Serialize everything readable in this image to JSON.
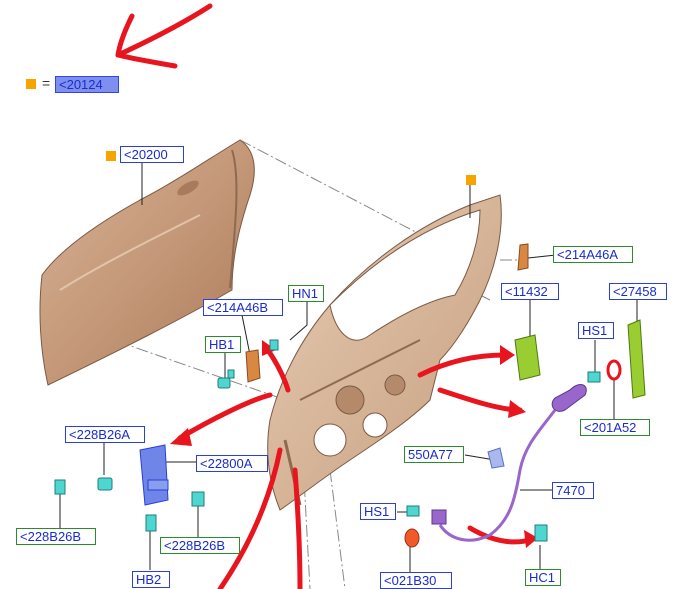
{
  "legend": {
    "equals": "=",
    "ref": "<20124"
  },
  "colors": {
    "callout_blue": "#2b3fd9",
    "callout_green": "#2d8a2d",
    "marker": "#f5a400",
    "arrow": "#e8141e",
    "panel": "#c9a283"
  },
  "callouts": {
    "c20200": "<20200",
    "c214A46A": "<214A46A",
    "c214A46B": "<214A46B",
    "HN1": "HN1",
    "HB1": "HB1",
    "c11432": "<11432",
    "c27458": "<27458",
    "HS1a": "HS1",
    "c201A52": "<201A52",
    "c228B26A": "<228B26A",
    "c22800A": "<22800A",
    "c228B26B_left": "<228B26B",
    "c228B26B_right": "<228B26B",
    "HB2": "HB2",
    "c550A77": "550A77",
    "c7470": "7470",
    "HS1b": "HS1",
    "c021B30": "<021B30",
    "HC1": "HC1"
  }
}
